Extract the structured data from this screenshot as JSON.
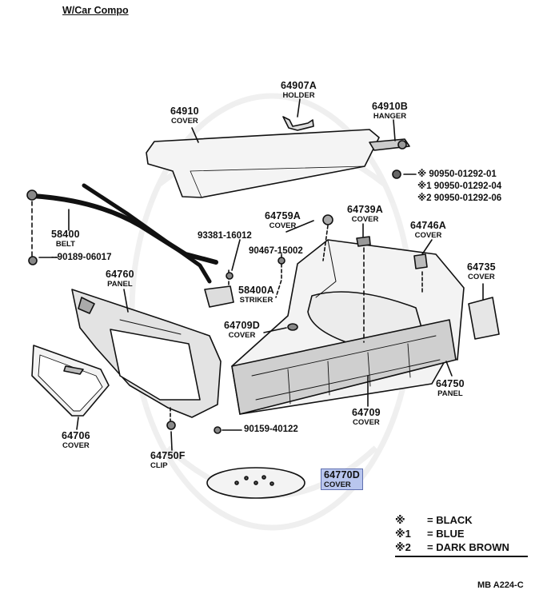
{
  "header": "W/Car Compo",
  "parts": {
    "p64907A": {
      "num": "64907A",
      "name": "HOLDER"
    },
    "p64910": {
      "num": "64910",
      "name": "COVER"
    },
    "p64910B": {
      "num": "64910B",
      "name": "HANGER"
    },
    "p90950_01": "90950-01292-01",
    "p90950_04": "90950-01292-04",
    "p90950_06": "90950-01292-06",
    "p58400": {
      "num": "58400",
      "name": "BELT"
    },
    "p90189": "90189-06017",
    "p93381": "93381-16012",
    "p64759A": {
      "num": "64759A",
      "name": "COVER"
    },
    "p64739A": {
      "num": "64739A",
      "name": "COVER"
    },
    "p64746A": {
      "num": "64746A",
      "name": "COVER"
    },
    "p90467": "90467-15002",
    "p64760": {
      "num": "64760",
      "name": "PANEL"
    },
    "p58400A": {
      "num": "58400A",
      "name": "STRIKER"
    },
    "p64735": {
      "num": "64735",
      "name": "COVER"
    },
    "p64709D": {
      "num": "64709D",
      "name": "COVER"
    },
    "p64750": {
      "num": "64750",
      "name": "PANEL"
    },
    "p64709": {
      "num": "64709",
      "name": "COVER"
    },
    "p64706": {
      "num": "64706",
      "name": "COVER"
    },
    "p90159": "90159-40122",
    "p64750F": {
      "num": "64750F",
      "name": "CLIP"
    },
    "p64770D": {
      "num": "64770D",
      "name": "COVER"
    }
  },
  "legend": [
    {
      "symbol": "※",
      "text": "= BLACK"
    },
    {
      "symbol": "※1",
      "text": "= BLUE"
    },
    {
      "symbol": "※2",
      "text": "= DARK BROWN"
    }
  ],
  "marks": {
    "single": "※",
    "one": "※1",
    "two": "※2"
  },
  "code": "MB A224-C",
  "highlight_color": "#b9c6ee"
}
